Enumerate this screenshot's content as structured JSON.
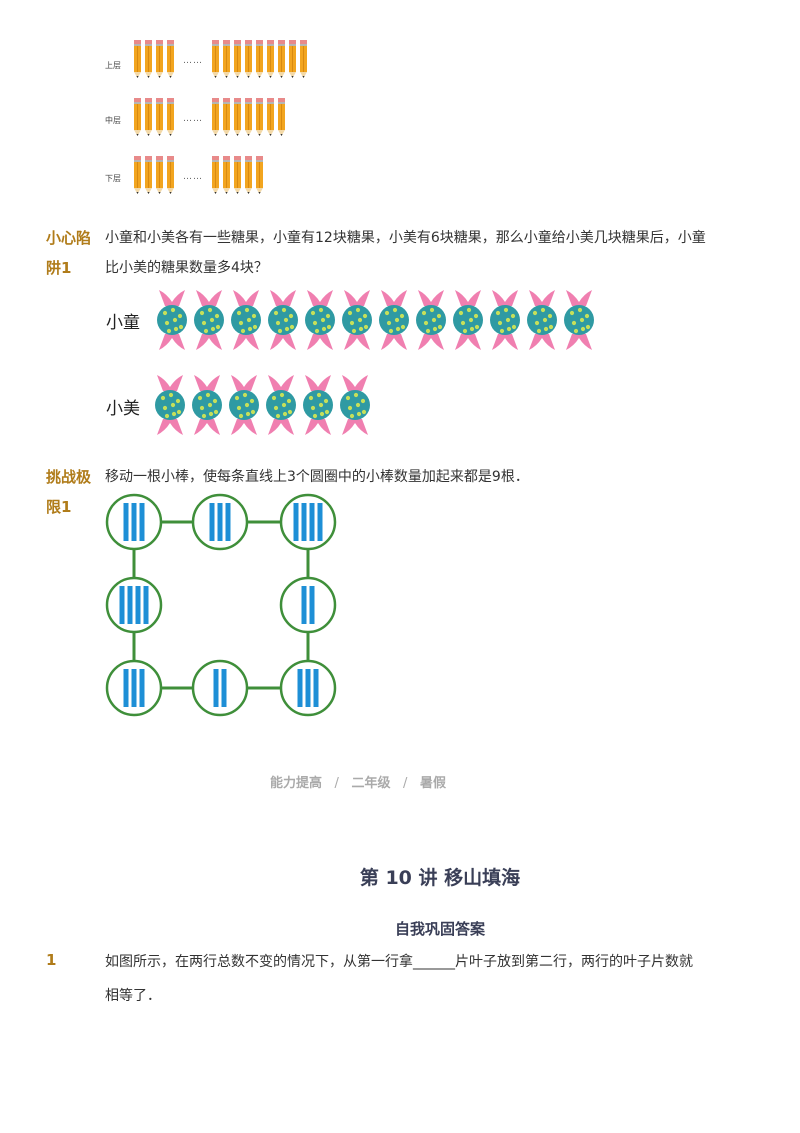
{
  "pencil_rows": [
    {
      "label": "上层",
      "left_count": 4,
      "right_count": 9,
      "dots": "……"
    },
    {
      "label": "中层",
      "left_count": 4,
      "right_count": 7,
      "dots": "……"
    },
    {
      "label": "下层",
      "left_count": 4,
      "right_count": 5,
      "dots": "……"
    }
  ],
  "trap": {
    "tag_line1": "小心陷",
    "tag_line2": "阱1",
    "text_line1": "小童和小美各有一些糖果，小童有12块糖果，小美有6块糖果，那么小童给小美几块糖果后，小童",
    "text_line2": "比小美的糖果数量多4块？",
    "names": {
      "a": "小童",
      "b": "小美"
    },
    "counts": {
      "a": 12,
      "b": 6
    }
  },
  "challenge": {
    "tag_line1": "挑战极",
    "tag_line2": "限1",
    "text": "移动一根小棒，使每条直线上3个圆圈中的小棒数量加起来都是9根．",
    "circles": [
      {
        "id": "top-left",
        "sticks": 3
      },
      {
        "id": "top-middle",
        "sticks": 3
      },
      {
        "id": "top-right",
        "sticks": 4
      },
      {
        "id": "middle-left",
        "sticks": 4
      },
      {
        "id": "middle-right",
        "sticks": 2
      },
      {
        "id": "bottom-left",
        "sticks": 3
      },
      {
        "id": "bottom-middle",
        "sticks": 2
      },
      {
        "id": "bottom-right",
        "sticks": 3
      }
    ]
  },
  "footer": {
    "part1": "能力提高",
    "sep": "/",
    "part2": "二年级",
    "part3": "暑假"
  },
  "lesson": {
    "title": "第 10 讲  移山填海",
    "subtitle": "自我巩固答案"
  },
  "question1": {
    "number": "1",
    "line1": "如图所示，在两行总数不变的情况下，从第一行拿______片叶子放到第二行，两行的叶子片数就",
    "line2": "相等了．"
  },
  "colors": {
    "tag": "#b07c1a",
    "title": "#3a3f57",
    "circle_stroke": "#3f8f3a",
    "stick": "#1e8fd6",
    "candy_body": "#2f9aa3",
    "candy_dots": "#c6e05a",
    "candy_wrap": "#f07fb0",
    "pencil_body": "#f2a51f"
  }
}
